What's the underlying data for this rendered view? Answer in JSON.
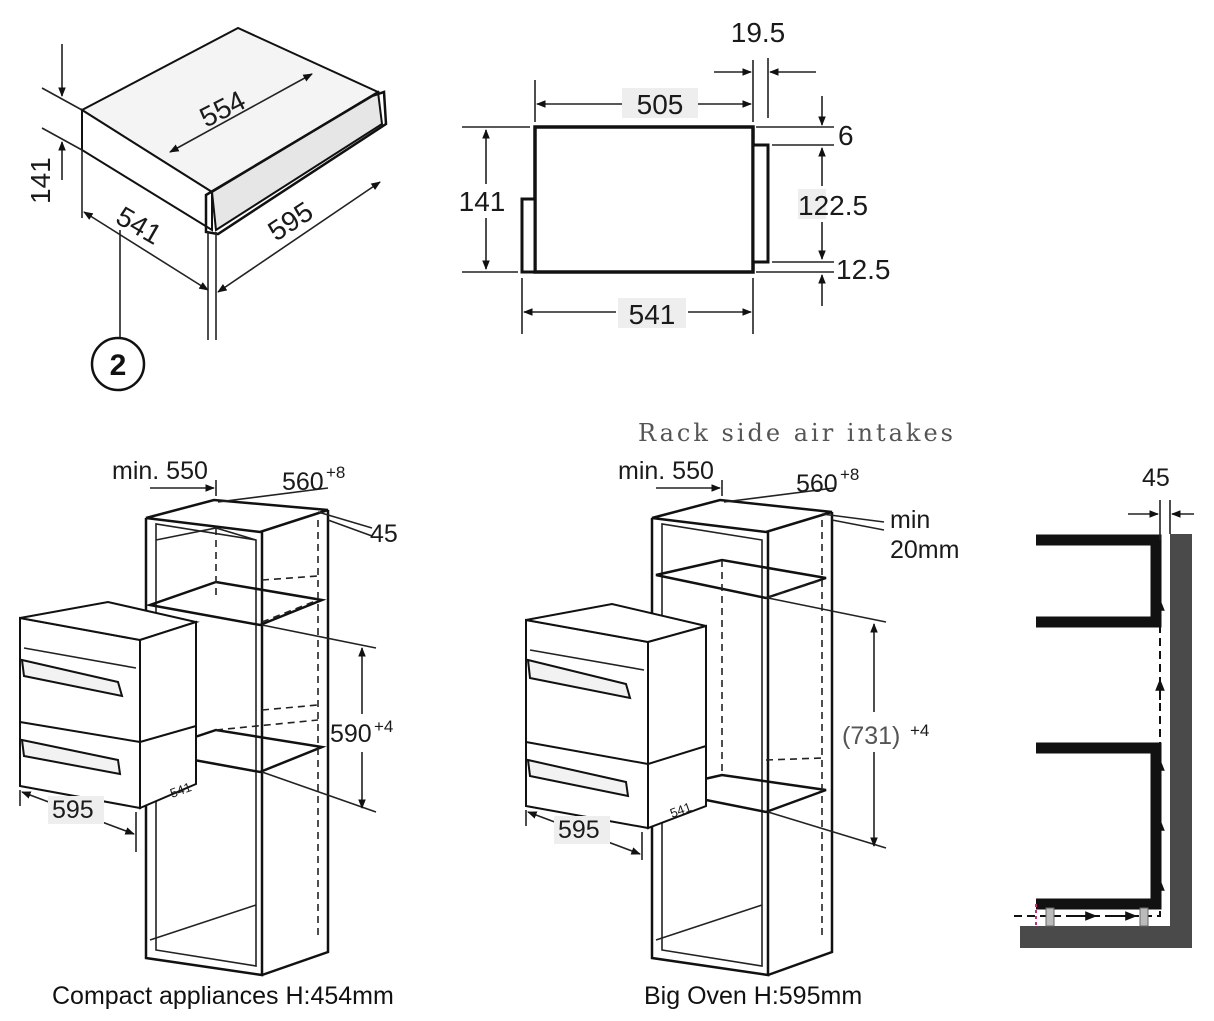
{
  "drawer_iso": {
    "depth": "554",
    "height": "141",
    "width": "595",
    "body_depth": "541",
    "callout": "2"
  },
  "drawer_side": {
    "top_length": "505",
    "front_offset": "19.5",
    "height": "141",
    "gap_top": "6",
    "front_height": "122.5",
    "gap_bottom": "12.5",
    "bottom_length": "541"
  },
  "cabinet_compact": {
    "min_depth": "min. 550",
    "niche_width": "560",
    "niche_width_tol": "+8",
    "back_gap": "45",
    "niche_height": "590",
    "niche_height_tol": "+4",
    "front_width": "595",
    "drawer_depth": "541",
    "caption": "Compact appliances H:454mm"
  },
  "cabinet_big": {
    "heading": "Rack side air intakes",
    "min_depth": "min. 550",
    "niche_width": "560",
    "niche_width_tol": "+8",
    "min_gap_line1": "min",
    "min_gap_line2": "20mm",
    "niche_height": "(731)",
    "niche_height_tol": "+4",
    "front_width": "595",
    "drawer_depth": "541",
    "caption": "Big Oven H:595mm"
  },
  "airflow_section": {
    "gap": "45"
  },
  "colors": {
    "line": "#111111",
    "wall": "#4a4a4a",
    "heading_text": "#555555"
  }
}
